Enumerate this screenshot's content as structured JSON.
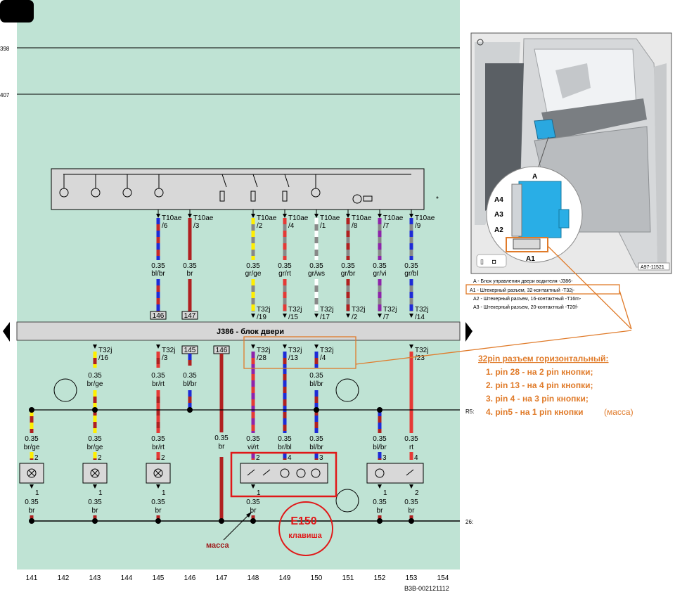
{
  "corner_badge": "",
  "row_markers": [
    "398",
    "407",
    "R5:",
    "26:"
  ],
  "footer_code": "B3B-002121112",
  "columns": [
    "141",
    "142",
    "143",
    "144",
    "145",
    "146",
    "147",
    "148",
    "149",
    "150",
    "151",
    "152",
    "153",
    "154"
  ],
  "bus_label": "J386 - блок двери",
  "massa_label": "масса",
  "e150": {
    "code": "E150",
    "name": "клавиша"
  },
  "top_connector": {
    "pins": [
      {
        "col": 145,
        "conn": "T10ae",
        "pin": "/6",
        "size": "0.35",
        "color": "bl/br",
        "ref": "146",
        "ref_box": true,
        "stripe": [
          "#1e2bd6",
          "#c62828"
        ]
      },
      {
        "col": 146,
        "conn": "T10ae",
        "pin": "/3",
        "size": "0.35",
        "color": "br",
        "ref": "147",
        "ref_box": true,
        "stripe": [
          "#b02020",
          "#b02020"
        ]
      },
      {
        "col": 148,
        "conn": "T10ae",
        "pin": "/2",
        "size": "0.35",
        "color": "gr/ge",
        "ref": "T32j",
        "ref_pin": "/19",
        "stripe": [
          "#ffee00",
          "#888888"
        ]
      },
      {
        "col": 149,
        "conn": "T10ae",
        "pin": "/4",
        "size": "0.35",
        "color": "gr/rt",
        "ref": "T32j",
        "ref_pin": "/15",
        "stripe": [
          "#e53935",
          "#888888"
        ]
      },
      {
        "col": 150,
        "conn": "T10ae",
        "pin": "/1",
        "size": "0.35",
        "color": "gr/ws",
        "ref": "T32j",
        "ref_pin": "/17",
        "stripe": [
          "#ffffff",
          "#888888"
        ]
      },
      {
        "col": 151,
        "conn": "T10ae",
        "pin": "/8",
        "size": "0.35",
        "color": "gr/br",
        "ref": "T32j",
        "ref_pin": "/2",
        "stripe": [
          "#b02020",
          "#888888"
        ]
      },
      {
        "col": 152,
        "conn": "T10ae",
        "pin": "/7",
        "size": "0.35",
        "color": "gr/vi",
        "ref": "T32j",
        "ref_pin": "/7",
        "stripe": [
          "#8e24aa",
          "#888888"
        ]
      },
      {
        "col": 153,
        "conn": "T10ae",
        "pin": "/9",
        "size": "0.35",
        "color": "gr/bl",
        "ref": "T32j",
        "ref_pin": "/14",
        "stripe": [
          "#1e2bd6",
          "#888888"
        ]
      }
    ]
  },
  "bottom_connector": {
    "pins": [
      {
        "col": 141,
        "conn": "",
        "pin": "",
        "size": "0.35",
        "color": "br/ge",
        "stripe": [
          "#ffee00",
          "#b02020"
        ],
        "lamp_pin": "2"
      },
      {
        "col": 143,
        "conn": "T32j",
        "pin": "/16",
        "size": "0.35",
        "color": "br/ge",
        "stripe": [
          "#ffee00",
          "#b02020"
        ],
        "lamp_pin": "2"
      },
      {
        "col": 145,
        "conn": "T32j",
        "pin": "/3",
        "size": "0.35",
        "color": "br/rt",
        "stripe": [
          "#e53935",
          "#b02020"
        ],
        "lamp_pin": "2"
      },
      {
        "col": 146,
        "conn": "145",
        "pin": "",
        "size": "0.35",
        "color": "bl/br",
        "stripe": [
          "#1e2bd6",
          "#b02020"
        ]
      },
      {
        "col": 147,
        "conn": "146",
        "pin": "",
        "size": "0.35",
        "color": "br",
        "stripe": [
          "#b02020",
          "#b02020"
        ]
      },
      {
        "col": 148,
        "conn": "T32j",
        "pin": "/28",
        "size": "0.35",
        "color": "vi/rt",
        "stripe": [
          "#8e24aa",
          "#e53935"
        ],
        "lamp_pin": "2"
      },
      {
        "col": 149,
        "conn": "T32j",
        "pin": "/13",
        "size": "0.35",
        "color": "br/bl",
        "stripe": [
          "#1e2bd6",
          "#b02020"
        ],
        "lamp_pin": "4"
      },
      {
        "col": 150,
        "conn": "T32j",
        "pin": "/4",
        "size": "0.35",
        "color": "bl/br",
        "stripe": [
          "#1e2bd6",
          "#b02020"
        ],
        "lamp_pin": "3"
      },
      {
        "col": 152,
        "conn": "",
        "pin": "",
        "size": "0.35",
        "color": "bl/br",
        "stripe": [
          "#1e2bd6",
          "#b02020"
        ],
        "lamp_pin": "3"
      },
      {
        "col": 153,
        "conn": "T32j",
        "pin": "/23",
        "size": "0.35",
        "color": "rt",
        "stripe": [
          "#e53935",
          "#e53935"
        ],
        "lamp_pin": "4"
      }
    ]
  },
  "ground_pins": [
    {
      "col": 141,
      "pin": "1",
      "size": "0.35",
      "color": "br"
    },
    {
      "col": 143,
      "pin": "1",
      "size": "0.35",
      "color": "br"
    },
    {
      "col": 145,
      "pin": "1",
      "size": "0.35",
      "color": "br"
    },
    {
      "col": 148,
      "pin": "1",
      "size": "0.35",
      "color": "br"
    },
    {
      "col": 152,
      "pin": "1",
      "size": "0.35",
      "color": "br"
    },
    {
      "col": 153,
      "pin": "2",
      "size": "0.35",
      "color": "br"
    }
  ],
  "photo": {
    "tag": "A97-11521",
    "labels": [
      "A",
      "A4",
      "A3",
      "A2",
      "A1"
    ],
    "legend": [
      "A - Блок управления двери водителя -J386-",
      "A1 - Штекерный разъем, 32-контактный -T32j-",
      "A2 - Штекерный разъем, 16-контактный -T16m-",
      "A3 - Штекерный разъем, 20-контактный -T20f-"
    ]
  },
  "annotation": {
    "title": "32pin разъем горизонтальный:",
    "lines": [
      "1. pin 28 - на 2 pin кнопки;",
      "2. pin 13 - на 4 pin кнопки;",
      "3. pin 4 - на 3 pin кнопки;",
      "4. pin5   - на 1 pin кнопки"
    ],
    "suffix": "(масса)"
  },
  "colors": {
    "background": "#bfe3d4",
    "accent_orange": "#e07b2a",
    "highlight_red": "#e01818",
    "wire_brown": "#b02020"
  }
}
